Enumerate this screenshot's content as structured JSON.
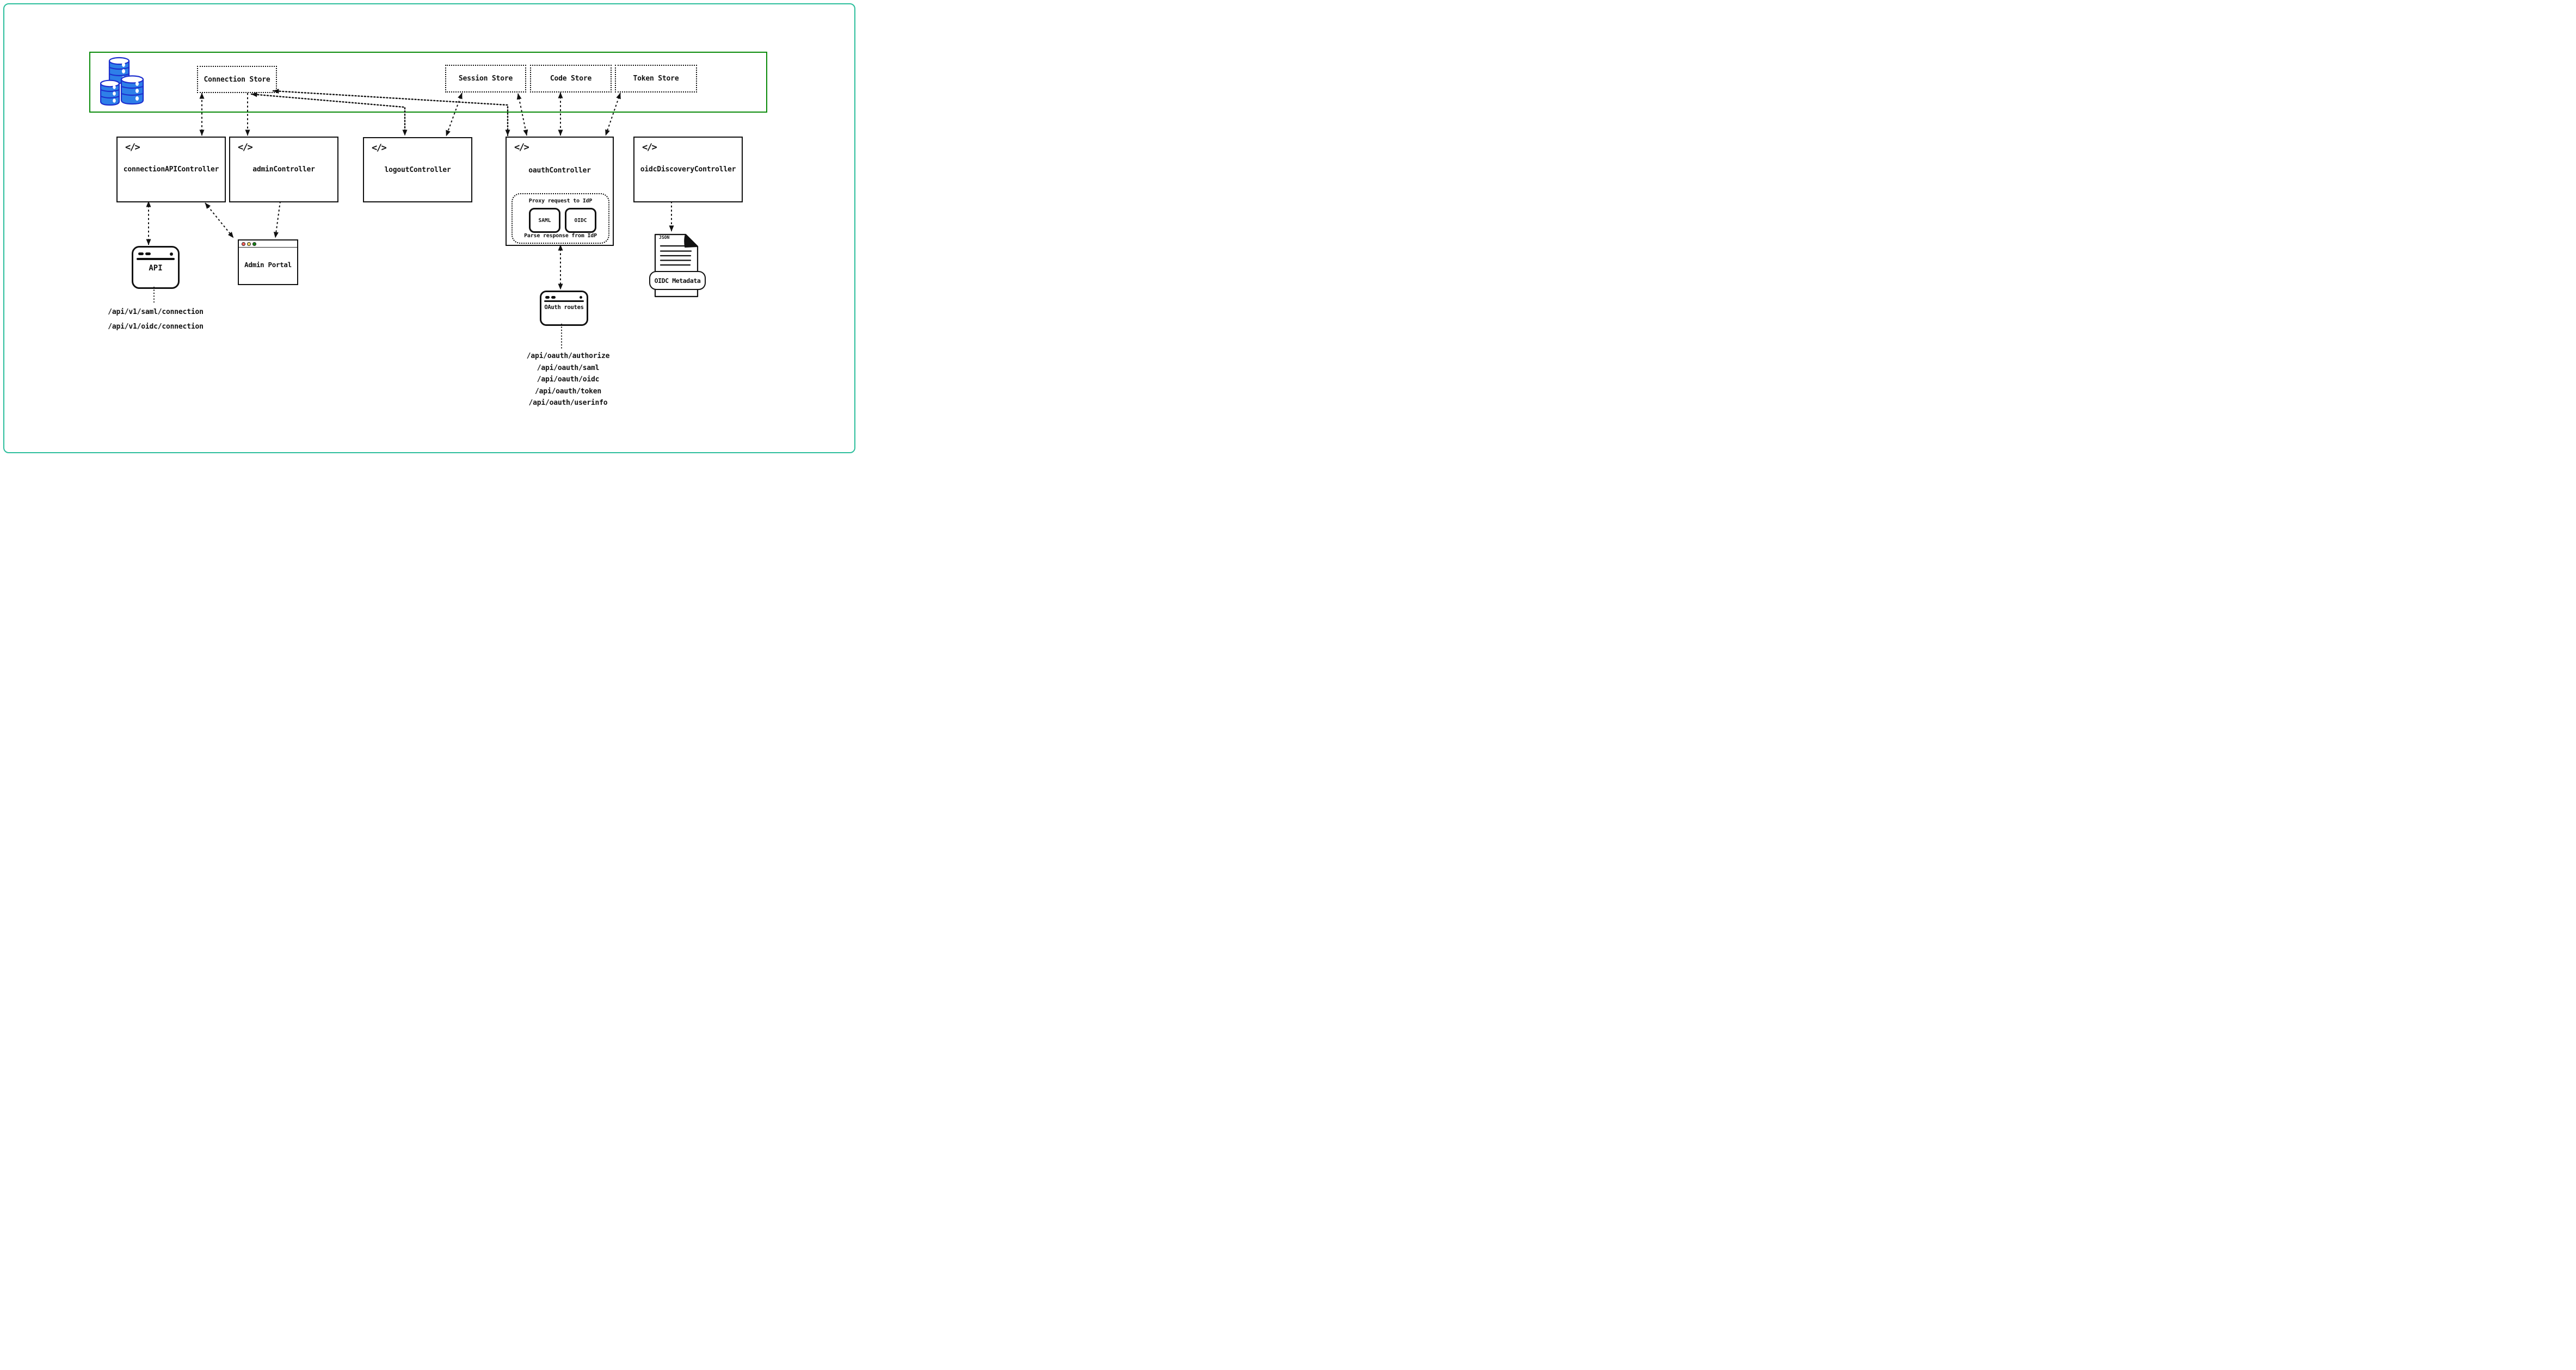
{
  "frame": {
    "border_color": "#2cbe9c",
    "background": "#ffffff"
  },
  "store_container": {
    "border_color": "#088a08"
  },
  "database_icon": {
    "fill_color": "#2e7fe8",
    "stroke_color": "#1d2fce"
  },
  "code_glyph": "</>",
  "stores": [
    {
      "label": "Connection Store"
    },
    {
      "label": "Session Store"
    },
    {
      "label": "Code Store"
    },
    {
      "label": "Token Store"
    }
  ],
  "controllers": {
    "connection_api": {
      "label": "connectionAPIController"
    },
    "admin": {
      "label": "adminController"
    },
    "logout": {
      "label": "logoutController"
    },
    "oauth": {
      "label": "oauthController",
      "idp_proxy": {
        "top_label": "Proxy request to IdP",
        "bottom_label": "Parse response from IdP",
        "protocols": [
          {
            "label": "SAML"
          },
          {
            "label": "OIDC"
          }
        ]
      }
    },
    "oidc_discovery": {
      "label": "oidcDiscoveryController"
    }
  },
  "clients": {
    "api": {
      "label": "API",
      "routes": [
        "/api/v1/saml/connection",
        "/api/v1/oidc/connection"
      ]
    },
    "admin_portal": {
      "label": "Admin Portal",
      "traffic_lights": [
        {
          "name": "red",
          "color": "#f4615b"
        },
        {
          "name": "yellow",
          "color": "#f0ce62"
        },
        {
          "name": "green",
          "color": "#168316"
        }
      ]
    },
    "oauth_routes": {
      "label": "OAuth routes",
      "routes": [
        "/api/oauth/authorize",
        "/api/oauth/saml",
        "/api/oauth/oidc",
        "/api/oauth/token",
        "/api/oauth/userinfo"
      ]
    },
    "oidc_metadata": {
      "file_type_label": "JSON",
      "label": "OIDC Metadata"
    }
  },
  "connections": [
    {
      "from": "connectionAPIController",
      "to": "Connection Store",
      "bidirectional": true
    },
    {
      "from": "Connection Store",
      "to": "adminController",
      "bidirectional": false
    },
    {
      "from": "logoutController",
      "to": "Connection Store",
      "bidirectional": true
    },
    {
      "from": "oauthController",
      "to": "Connection Store",
      "bidirectional": true
    },
    {
      "from": "logoutController",
      "to": "Session Store",
      "bidirectional": true
    },
    {
      "from": "oauthController",
      "to": "Session Store",
      "bidirectional": true
    },
    {
      "from": "oauthController",
      "to": "Code Store",
      "bidirectional": true
    },
    {
      "from": "oauthController",
      "to": "Token Store",
      "bidirectional": true
    },
    {
      "from": "connectionAPIController",
      "to": "API",
      "bidirectional": true
    },
    {
      "from": "connectionAPIController",
      "to": "Admin Portal",
      "bidirectional": true
    },
    {
      "from": "adminController",
      "to": "Admin Portal",
      "bidirectional": false
    },
    {
      "from": "oauthController",
      "to": "OAuth routes",
      "bidirectional": true
    },
    {
      "from": "OAuth routes",
      "to": "oauth route paths",
      "bidirectional": false
    },
    {
      "from": "API",
      "to": "api route paths",
      "bidirectional": false
    },
    {
      "from": "oidcDiscoveryController",
      "to": "OIDC Metadata",
      "bidirectional": false
    }
  ]
}
